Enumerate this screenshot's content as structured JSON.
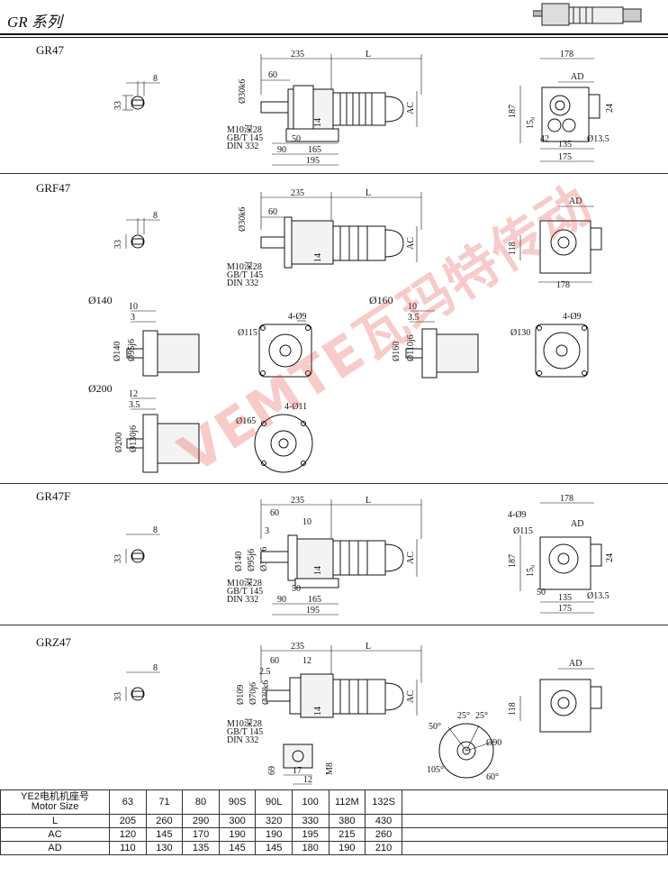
{
  "header": {
    "title": "GR 系列"
  },
  "sections": [
    {
      "model": "GR47"
    },
    {
      "model": "GRF47"
    },
    {
      "model": "GR47F"
    },
    {
      "model": "GRZ47"
    }
  ],
  "flanges": {
    "f140": "Ø140",
    "f160": "Ø160",
    "f200": "Ø200"
  },
  "dims": {
    "shaft": {
      "w": "8",
      "h": "33"
    },
    "gr47": {
      "d235": "235",
      "L": "L",
      "d60": "60",
      "shaft_d": "Ø30k6",
      "AC": "AC",
      "d14": "14",
      "d90": "90",
      "d50": "50",
      "d165": "165",
      "d195": "195",
      "d178": "178",
      "AD": "AD",
      "d187": "187",
      "d150": "15₀",
      "d24": "24",
      "d42": "42",
      "d135": "135",
      "d175": "175",
      "d13_5": "Ø13.5",
      "std1": "M10深28",
      "std2": "GB/T 145",
      "std3": "DIN 332"
    },
    "grf47": {
      "d118": "118"
    },
    "f140": {
      "d10": "10",
      "d3": "3",
      "d140": "Ø140",
      "d95": "Ø95j6",
      "d115": "Ø115",
      "holes": "4-Ø9"
    },
    "f160": {
      "d10": "10",
      "d3_5": "3.5",
      "d160": "Ø160",
      "d110": "Ø110j6",
      "d130": "Ø130",
      "holes": "4-Ø9"
    },
    "f200": {
      "d12": "12",
      "d3_5": "3.5",
      "d200": "Ø200",
      "d130": "Ø130j6",
      "d165": "Ø165",
      "holes": "4-Ø11"
    },
    "gr47f": {
      "d10": "10",
      "d3": "3",
      "d95": "Ø95j6",
      "d115": "Ø115"
    },
    "grz47": {
      "d12": "12",
      "d2_5": "2.5",
      "d109": "Ø109",
      "d70": "Ø70j6",
      "d90": "Ø90",
      "a50": "50°",
      "a25a": "25°",
      "a25b": "25°",
      "a105": "105°",
      "a60": "60°",
      "d69": "69",
      "d17": "17",
      "d12b": "12",
      "M8": "M8"
    }
  },
  "watermark": "VEMTE瓦玛特传动",
  "motor_table": {
    "header_label_cn": "YE2电机机座号",
    "header_label_en": "Motor Size",
    "sizes": [
      "63",
      "71",
      "80",
      "90S",
      "90L",
      "100",
      "112M",
      "132S"
    ],
    "rows": [
      {
        "label": "L",
        "values": [
          "205",
          "260",
          "290",
          "300",
          "320",
          "330",
          "380",
          "430"
        ]
      },
      {
        "label": "AC",
        "values": [
          "120",
          "145",
          "170",
          "190",
          "190",
          "195",
          "215",
          "260"
        ]
      },
      {
        "label": "AD",
        "values": [
          "110",
          "130",
          "135",
          "145",
          "145",
          "180",
          "190",
          "210"
        ]
      }
    ]
  }
}
